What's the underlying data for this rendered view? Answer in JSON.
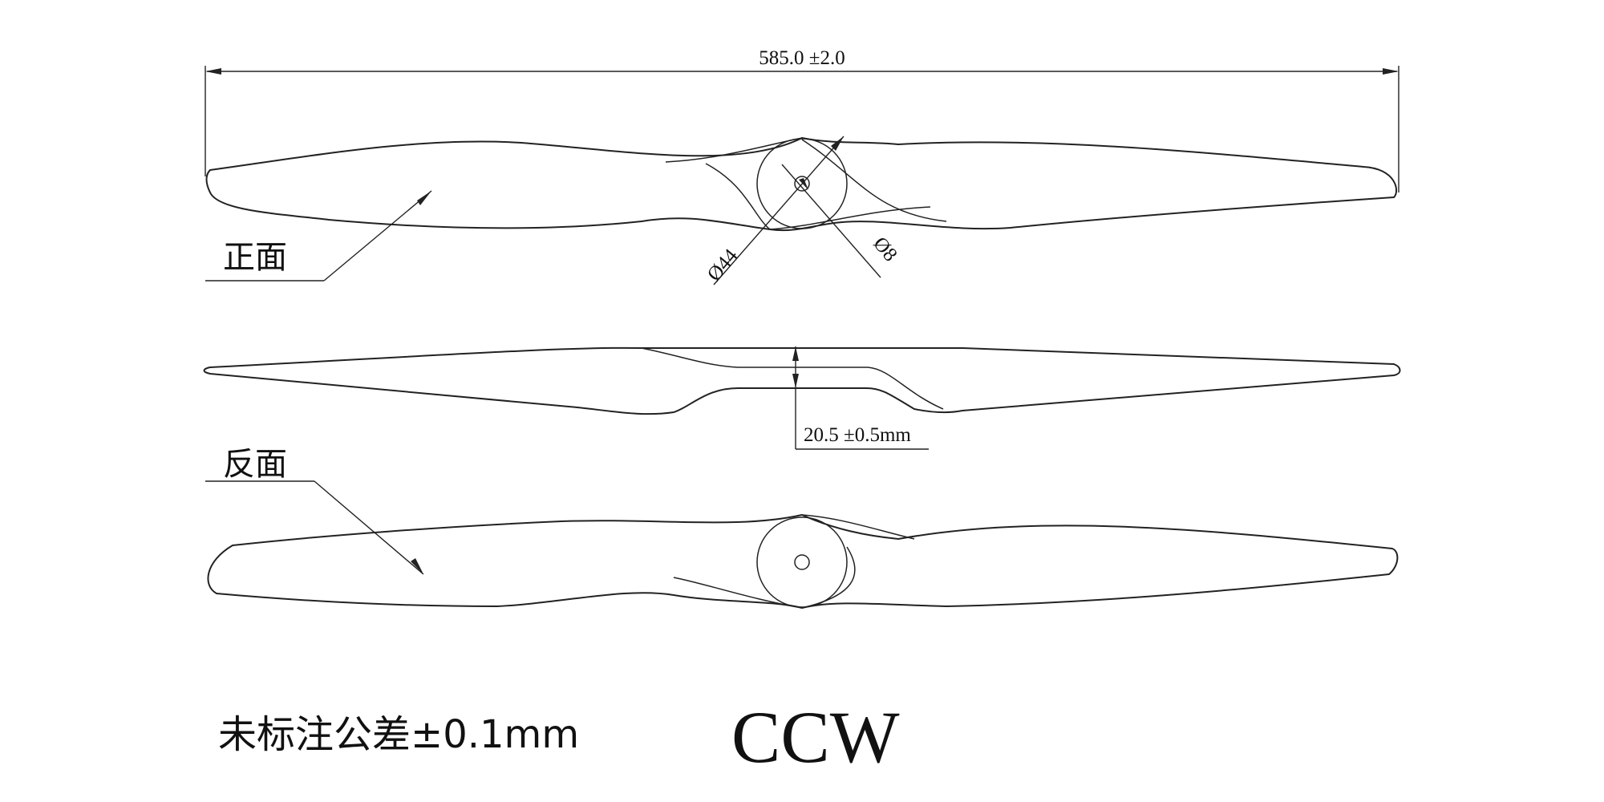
{
  "drawing": {
    "overall_length": "585.0 ±2.0",
    "hub_thickness": "20.5  ±0.5mm",
    "bore_diameter": "Ø8",
    "hub_diameter": "Ø44",
    "front_label": "正面",
    "back_label": "反面",
    "tolerance_note": "未标注公差±0.1mm",
    "rotation": "CCW"
  }
}
